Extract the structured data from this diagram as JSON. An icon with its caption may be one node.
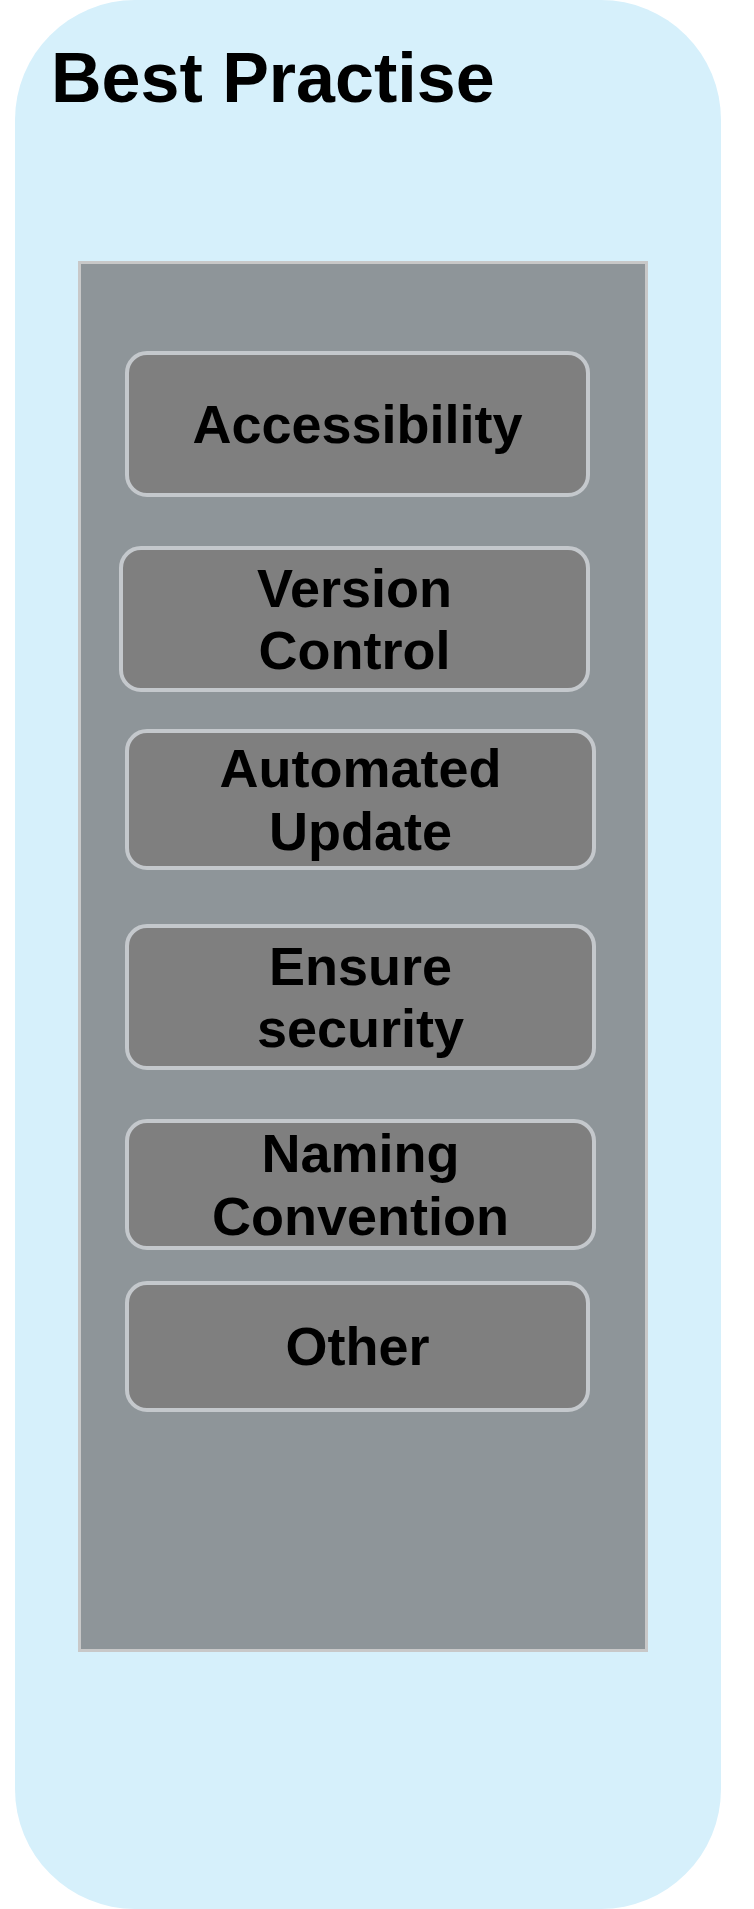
{
  "diagram": {
    "nodes": [
      {
        "text": [
          "Best Practise"
        ]
      },
      {
        "text": [],
        "shape": "box",
        "in": 0
      },
      {
        "text": [
          "Accessibility"
        ],
        "in": 1
      },
      {
        "text": [
          "Version Control"
        ],
        "in": 1
      },
      {
        "text": [
          "Automated Update"
        ],
        "in": 1
      },
      {
        "text": [
          "Ensure security"
        ],
        "in": 1
      },
      {
        "text": [
          "Naming Convention"
        ],
        "in": 1
      },
      {
        "text": [
          "Other"
        ],
        "in": 1
      }
    ]
  }
}
